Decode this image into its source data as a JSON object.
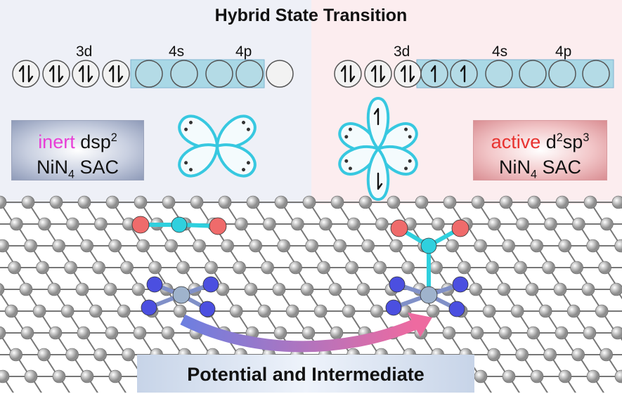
{
  "title": "Hybrid State Transition",
  "left": {
    "orbital_labels": [
      "3d",
      "4s",
      "4p"
    ],
    "orbitals": [
      "paired",
      "paired",
      "paired",
      "paired",
      "empty-hybrid",
      "empty-hybrid",
      "empty-hybrid",
      "empty-hybrid",
      "empty"
    ],
    "state_word": "inert",
    "hybrid": "dsp",
    "hybrid_sup": "2",
    "catalyst": "NiN",
    "catalyst_sub": "4",
    "catalyst_suffix": " SAC"
  },
  "right": {
    "orbital_labels": [
      "3d",
      "4s",
      "4p"
    ],
    "orbitals": [
      "paired",
      "paired",
      "paired",
      "single-hybrid",
      "single-hybrid",
      "empty-hybrid",
      "empty-hybrid",
      "empty-hybrid",
      "empty-hybrid"
    ],
    "state_word": "active",
    "hybrid_d": "d",
    "hybrid_d_sup": "2",
    "hybrid_sp": "sp",
    "hybrid_sp_sup": "3",
    "catalyst": "NiN",
    "catalyst_sub": "4",
    "catalyst_suffix": " SAC"
  },
  "bottom_label": "Potential and Intermediate",
  "colors": {
    "inert": "#e83fd6",
    "active": "#e8322f",
    "lobe": "#37c8e0",
    "hybrid_box": "#a9d8e6",
    "oxygen": "#ef6b6b",
    "carbon": "#2fd0de",
    "nitrogen": "#4b4fe0",
    "nickel": "#9fb3cc",
    "graphene": "#b8b8b8"
  }
}
